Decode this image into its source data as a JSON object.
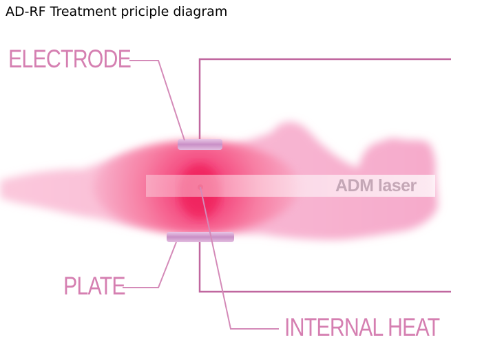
{
  "title": "AD-RF Treatment priciple diagram",
  "labels": {
    "electrode": "ELECTRODE",
    "plate": "PLATE",
    "internal_heat": "INTERNAL HEAT",
    "laser": "ADM laser"
  },
  "colors": {
    "body_light": "#f7b9d3",
    "body_hot": "#f2205e",
    "frame_line": "#c0679f",
    "label": "#d57fb1",
    "pad": "#d2a2d2",
    "laser_text": "#c4a7b6"
  }
}
